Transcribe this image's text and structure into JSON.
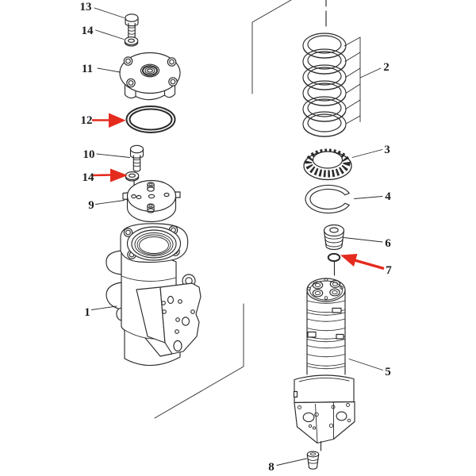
{
  "figure": {
    "background": "#ffffff",
    "line_color": "#2b2b2b",
    "label_color": "#1c1c1c",
    "arrow_color": "#e42b1e"
  },
  "callouts": [
    {
      "label": "13"
    },
    {
      "label": "14"
    },
    {
      "label": "11"
    },
    {
      "label": "12"
    },
    {
      "label": "10"
    },
    {
      "label": "14"
    },
    {
      "label": "9"
    },
    {
      "label": "1"
    },
    {
      "label": "2"
    },
    {
      "label": "3"
    },
    {
      "label": "4"
    },
    {
      "label": "6"
    },
    {
      "label": "7"
    },
    {
      "label": "5"
    },
    {
      "label": "8"
    }
  ],
  "red_arrow_targets": [
    "12",
    "14",
    "7"
  ]
}
